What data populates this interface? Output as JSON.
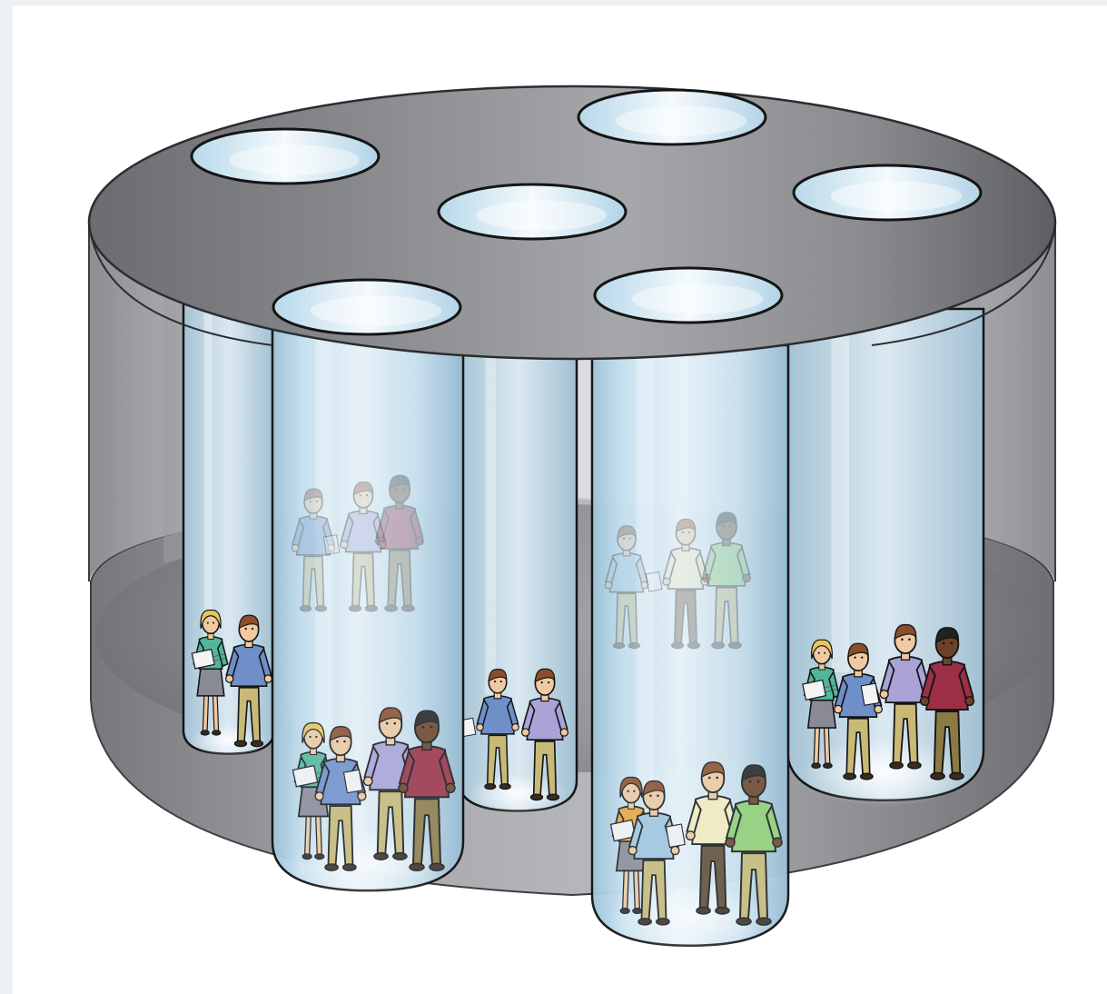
{
  "illustration": {
    "subject": "silo-building-with-glass-tubes",
    "tube_count": 6,
    "skylight_count": 6,
    "colors": {
      "page_background": "#edf1f4",
      "canvas": "#ffffff",
      "steel_dark": "#6f7074",
      "steel_mid": "#a5a6aa",
      "steel_light": "#dcdde0",
      "glass_light": "#e8f4fb",
      "glass_blue": "#a9cfe6",
      "outline": "#151515"
    },
    "figure_palette": {
      "skin": "#f0c9a0",
      "skin_dark": "#6b4127",
      "hair_blonde": "#e7c55d",
      "hair_brown": "#8b4d2b",
      "hair_black": "#222222",
      "shirt_teal": "#52b79a",
      "shirt_blue": "#6f8fc9",
      "shirt_lilac": "#a9a3d8",
      "shirt_maroon": "#9c2f45",
      "shirt_orange": "#e9a63d",
      "shirt_cream": "#f4ecbf",
      "shirt_green": "#8fcf72",
      "shirt_skyblue": "#9fc6e0",
      "pants_khaki": "#c9b977",
      "pants_olive": "#8c7a44",
      "pants_brown": "#5e4a33",
      "skirt_gray": "#8a8a96",
      "doc": "#f4f4f4"
    }
  }
}
